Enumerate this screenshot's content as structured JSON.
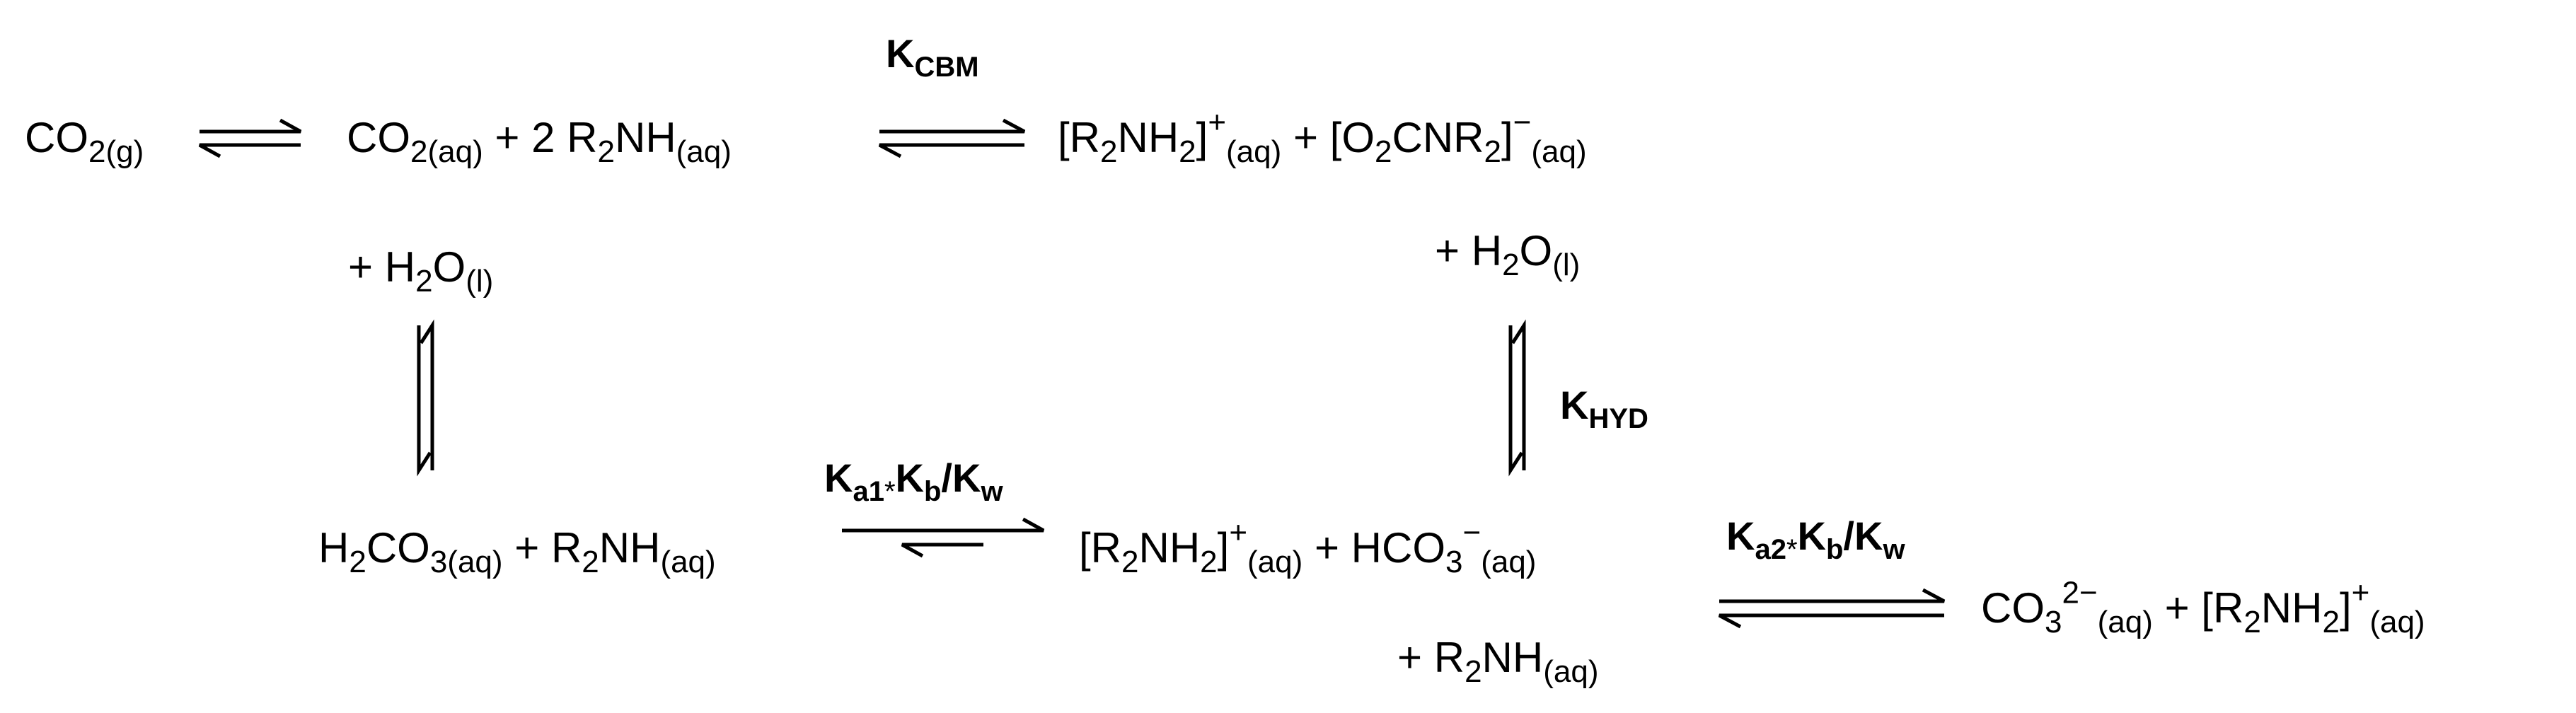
{
  "species": {
    "co2_gas": {
      "main": "CO",
      "sub": "2(g)"
    },
    "co2_aq": {
      "main": "CO",
      "sub": "2(aq)"
    },
    "plus": "+",
    "two": "2",
    "amine_r": "R",
    "amine_sub2": "2",
    "amine_nh": "NH",
    "aq": "(aq)",
    "lbr": "[",
    "rbr": "]",
    "r": "R",
    "nh": "NH",
    "two_sub": "2",
    "plus_sup": "+",
    "o": "O",
    "cn": "CNR",
    "minus_sup": "−",
    "water_h": "H",
    "water_o": "O",
    "water_l": "(l)",
    "h2co3_h": "H",
    "h2co3_c": "CO",
    "h2co3_sub": "3(aq)",
    "hco3": "HCO",
    "three_sub": "3",
    "co3": "CO",
    "co3_charge": "2−"
  },
  "constants": {
    "kcbm": {
      "k": "K",
      "sub": "CBM"
    },
    "khyd": {
      "k": "K",
      "sub": "HYD"
    },
    "ka1": {
      "k": "K",
      "sub": "a1",
      "star": "*",
      "kb": "K",
      "kb_sub": "b",
      "slash": "/",
      "kw": "K",
      "kw_sub": "w"
    },
    "ka2": {
      "k": "K",
      "sub": "a2",
      "star": "*",
      "kb": "K",
      "kb_sub": "b",
      "slash": "/",
      "kw": "K",
      "kw_sub": "w"
    }
  }
}
